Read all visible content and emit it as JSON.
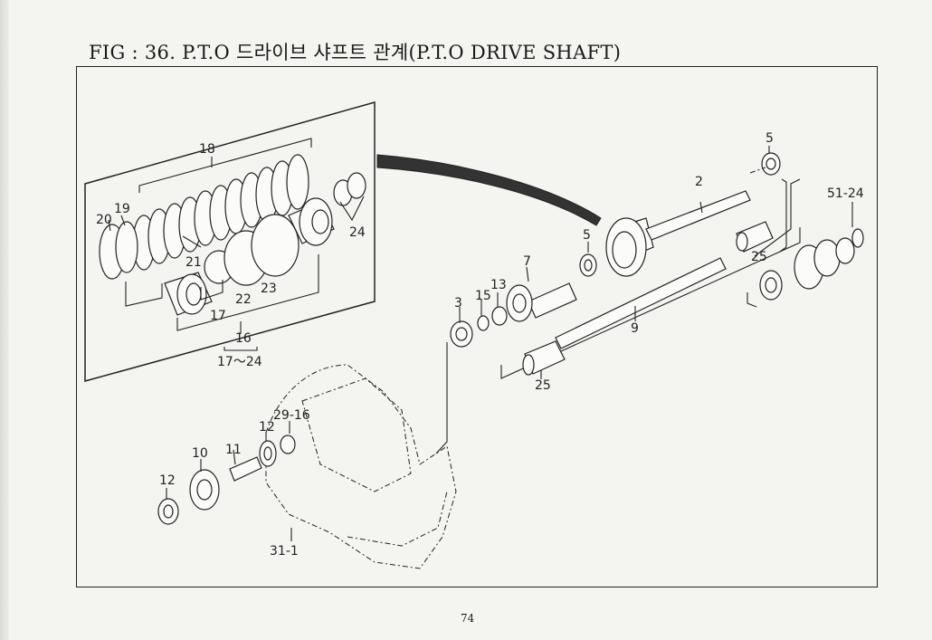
{
  "figure": {
    "title": "FIG : 36. P.T.O 드라이브 샤프트 관계(P.T.O DRIVE SHAFT)",
    "page_number": "74"
  },
  "callouts": {
    "c18": "18",
    "c20": "20",
    "c19": "19",
    "c21": "21",
    "c22": "22",
    "c23": "23",
    "c24": "24",
    "c17": "17",
    "c16": "16",
    "c17_24": "17～24",
    "c5a": "5",
    "c2": "2",
    "c51_24": "51-24",
    "c5b": "5",
    "c25a": "25",
    "c7": "7",
    "c13": "13",
    "c15": "15",
    "c3": "3",
    "c9": "9",
    "c25b": "25",
    "c29_16": "29-16",
    "c12a": "12",
    "c10": "10",
    "c11": "11",
    "c12b": "12",
    "c31_1": "31-1"
  },
  "colors": {
    "ink": "#1a1a1a",
    "paper": "#f4f4f1"
  }
}
